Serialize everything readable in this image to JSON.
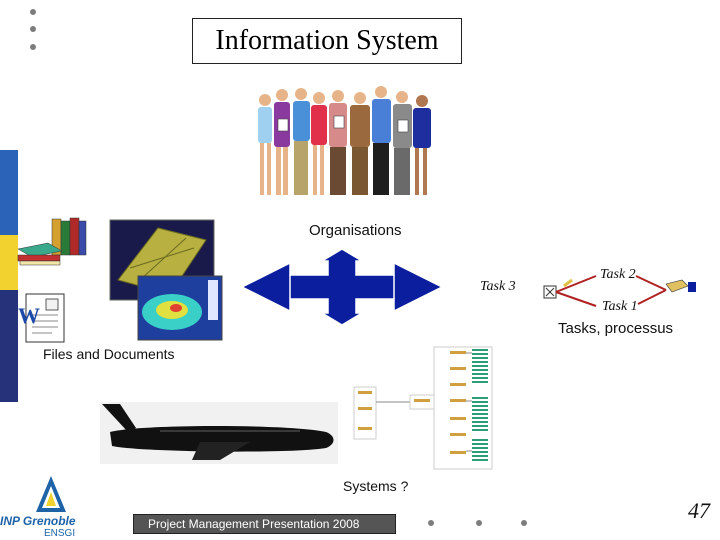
{
  "title": "Information System",
  "labels": {
    "organisations": "Organisations",
    "files_documents": "Files and Documents",
    "tasks_processus": "Tasks, processus",
    "task3": "Task 3",
    "task2": "Task 2",
    "task1": "Task 1",
    "systems": "Systems ?"
  },
  "footer": {
    "presentation": "Project Management  Presentation 2008",
    "page_number": "47"
  },
  "logo": {
    "main": "INP Grenoble",
    "sub": "ENSGI"
  },
  "colors": {
    "arrow": "#0b1f9e",
    "sidebar_blue": "#2b63b8",
    "sidebar_yellow": "#f2d22e",
    "sidebar_navy": "#26337a",
    "footer_bar": "#555555"
  },
  "icons": [
    "people-group-icon",
    "books-icon",
    "word-document-icon",
    "cad-model-icon",
    "four-way-arrow-icon",
    "airplane-icon",
    "tree-chart-icon",
    "task-flow-icon"
  ]
}
